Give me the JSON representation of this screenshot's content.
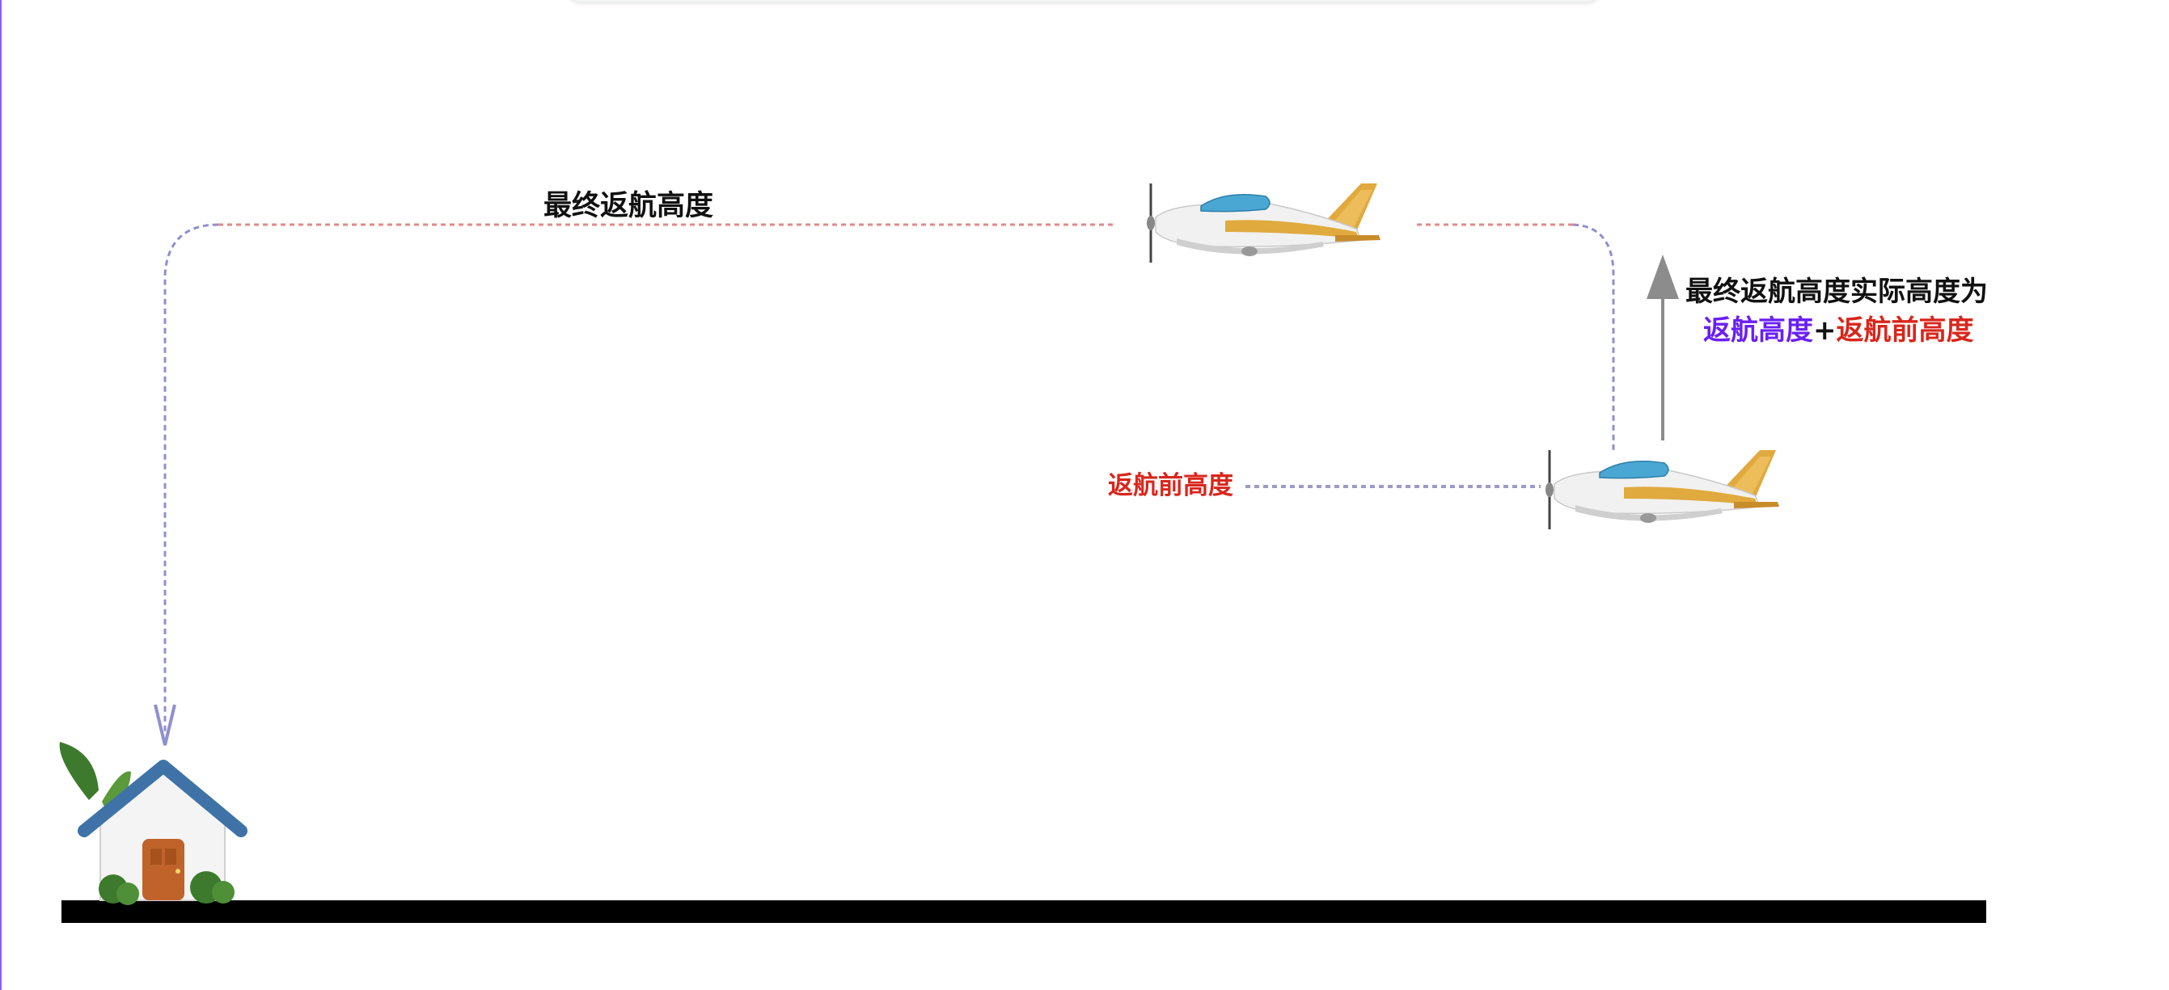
{
  "labels": {
    "final_altitude": "最终返航高度",
    "pre_return_altitude": "返航前高度",
    "explain_line1": "最终返航高度实际高度为",
    "explain_part_a": "返航高度",
    "explain_plus": "+",
    "explain_part_b": "返航前高度"
  },
  "colors": {
    "red_text": "#d9261c",
    "purple_text": "#6a1ff5",
    "red_dotted": "#e08a8a",
    "blue_dotted": "#8f8fd0",
    "gray_arrow": "#8c8c8c",
    "ground": "#000000",
    "house_roof": "#3f73a8",
    "house_door": "#c0632a",
    "leaf": "#3d7a2d",
    "plane_body": "#f0f0f0",
    "plane_stripe": "#e0aa3e",
    "plane_canopy": "#4aa7d4"
  },
  "icons": [
    "airplane-icon",
    "house-icon",
    "up-arrow-icon"
  ]
}
